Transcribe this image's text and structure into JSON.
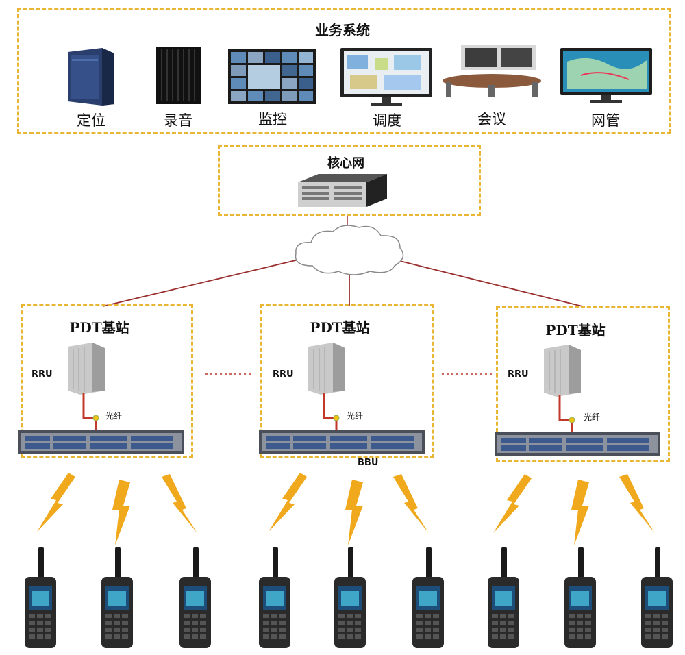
{
  "business": {
    "title": "业务系统",
    "items": [
      {
        "label": "定位",
        "icon": "server-cabinet-icon"
      },
      {
        "label": "录音",
        "icon": "server-rack-icon"
      },
      {
        "label": "监控",
        "icon": "video-wall-icon"
      },
      {
        "label": "调度",
        "icon": "dispatch-monitor-icon"
      },
      {
        "label": "会议",
        "icon": "conference-room-icon"
      },
      {
        "label": "网管",
        "icon": "network-management-monitor-icon"
      }
    ]
  },
  "core": {
    "title": "核心网"
  },
  "stations": [
    {
      "title": "PDT基站",
      "rru": "RRU",
      "fiber": "光纤"
    },
    {
      "title": "PDT基站",
      "rru": "RRU",
      "fiber": "光纤",
      "bbu": "BBU"
    },
    {
      "title": "PDT基站",
      "rru": "RRU",
      "fiber": "光纤"
    }
  ],
  "terminal_icon": "handheld-radio-icon",
  "colors": {
    "dash": "#e8b632",
    "link": "#9b3030",
    "fiber": "#c0392b",
    "signal": "#f0a81c"
  }
}
